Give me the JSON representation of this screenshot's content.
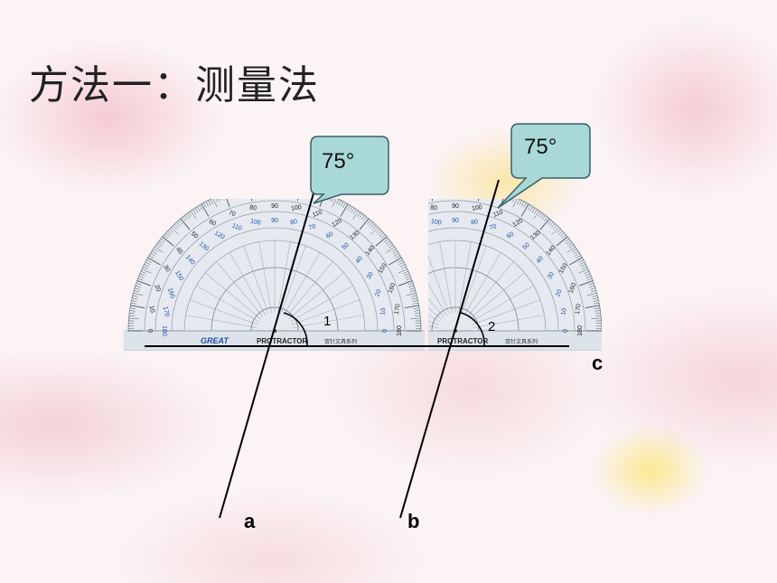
{
  "title": "方法一：测量法",
  "callouts": [
    {
      "text": "75°"
    },
    {
      "text": "75°"
    }
  ],
  "angles": [
    {
      "label": "1"
    },
    {
      "label": "2"
    }
  ],
  "lines": {
    "a": "a",
    "b": "b",
    "c": "c"
  },
  "protractor": {
    "brand": "GREAT",
    "word": "PROTRACTOR",
    "series": "双针文具系列",
    "outer_scale": [
      "0",
      "10",
      "20",
      "30",
      "40",
      "50",
      "60",
      "70",
      "80",
      "90",
      "100",
      "110",
      "120",
      "130",
      "140",
      "150",
      "160",
      "170",
      "180"
    ],
    "inner_scale": [
      "180",
      "170",
      "160",
      "150",
      "140",
      "130",
      "120",
      "110",
      "100",
      "90",
      "80",
      "70",
      "60",
      "50",
      "40",
      "30",
      "20",
      "10",
      "0"
    ]
  },
  "colors": {
    "callout_fill": "#a9d8d8",
    "callout_stroke": "#3a5f66",
    "scale_blue": "#1f4fa8",
    "protractor_bg": "#e6eaf0"
  }
}
